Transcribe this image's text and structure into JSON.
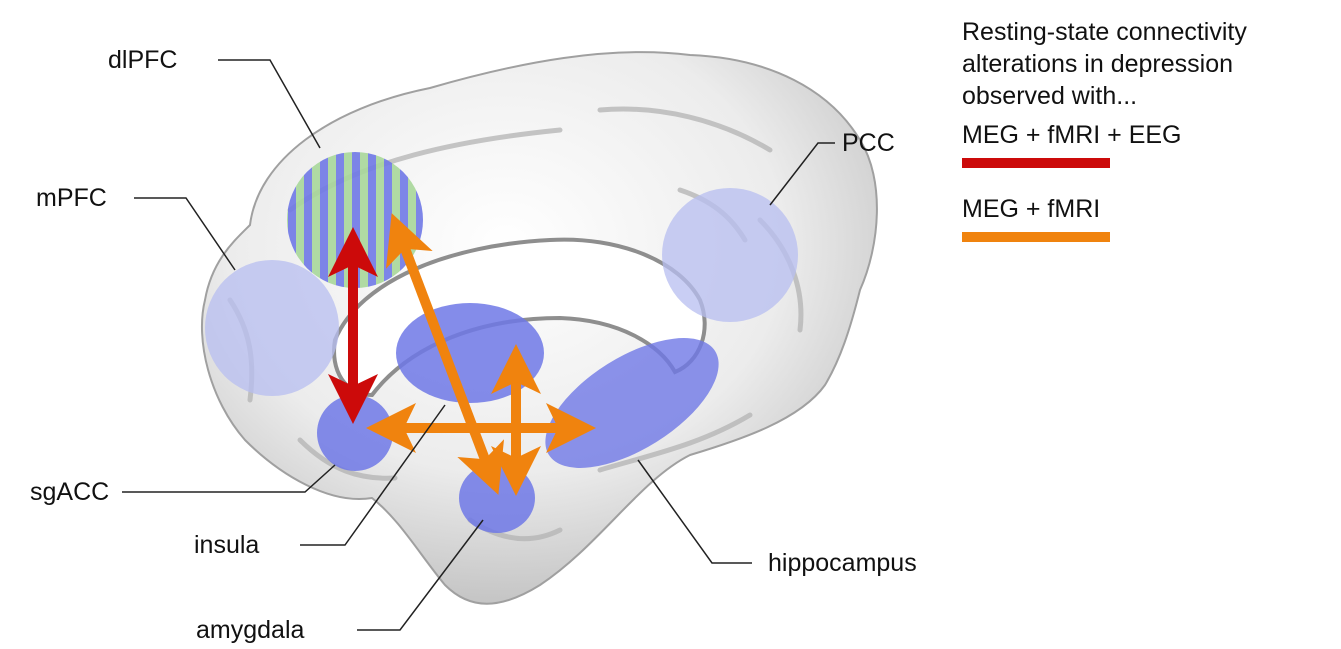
{
  "legend": {
    "title": "Resting-state connectivity\nalterations in depression\nobserved with...",
    "entries": [
      {
        "label": "MEG + fMRI + EEG",
        "color": "#cc0a0a"
      },
      {
        "label": "MEG + fMRI",
        "color": "#f0830e"
      }
    ]
  },
  "regions": {
    "dlpfc": "dlPFC",
    "mpfc": "mPFC",
    "pcc": "PCC",
    "sgacc": "sgACC",
    "insula": "insula",
    "amygdala": "amygdala",
    "hippocampus": "hippocampus"
  },
  "colors": {
    "region_fill": "#6f78e6",
    "region_fill_light": "#b7bdf0",
    "dlpfc_stripe": "#a8d79a",
    "brain": "#e6e6e6",
    "brain_shadow": "#9a9a9a"
  }
}
